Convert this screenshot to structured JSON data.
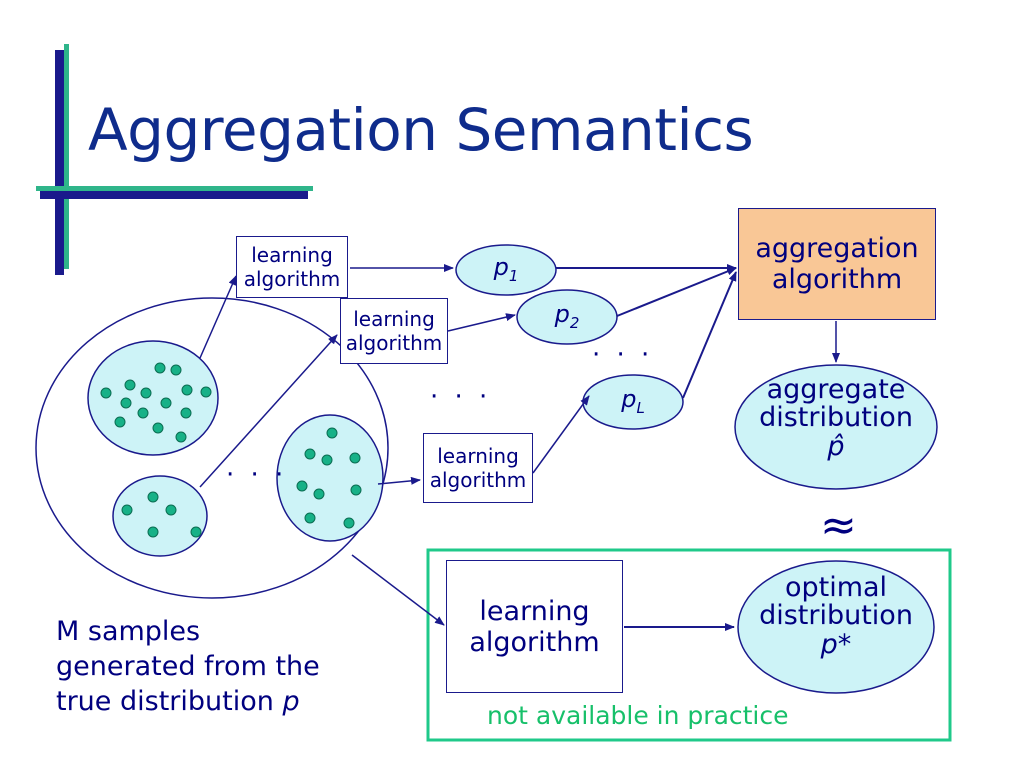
{
  "title": "Aggregation Semantics",
  "colors": {
    "title": "#0f2c8c",
    "accent_bar_navy": "#1a1a8c",
    "accent_bar_teal": "#2fb58a",
    "ellipse_fill": "#cdf3f7",
    "dot_fill": "#17b187",
    "aggregation_box_fill": "#f9c796",
    "highlight_border": "#1fc98a",
    "not_available_text": "#17c06a"
  },
  "learning_boxes": [
    {
      "line1": "learning",
      "line2": "algorithm"
    },
    {
      "line1": "learning",
      "line2": "algorithm"
    },
    {
      "line1": "learning",
      "line2": "algorithm"
    }
  ],
  "models": [
    {
      "base": "p",
      "sub": "1"
    },
    {
      "base": "p",
      "sub": "2"
    },
    {
      "base": "p",
      "sub": "L"
    }
  ],
  "ellipsis": "· · ·",
  "aggregation": {
    "line1": "aggregation",
    "line2": "algorithm"
  },
  "aggregate": {
    "line1": "aggregate",
    "line2": "distribution",
    "symbol": "p̂"
  },
  "approx_symbol": "≈",
  "optimal_learning": {
    "line1": "learning",
    "line2": "algorithm"
  },
  "optimal": {
    "line1": "optimal",
    "line2": "distribution",
    "symbol": "p*"
  },
  "not_available": "not available in practice",
  "caption": {
    "line1": "M samples",
    "line2": "generated from the",
    "line3_prefix": "true distribution ",
    "line3_var": "p"
  }
}
